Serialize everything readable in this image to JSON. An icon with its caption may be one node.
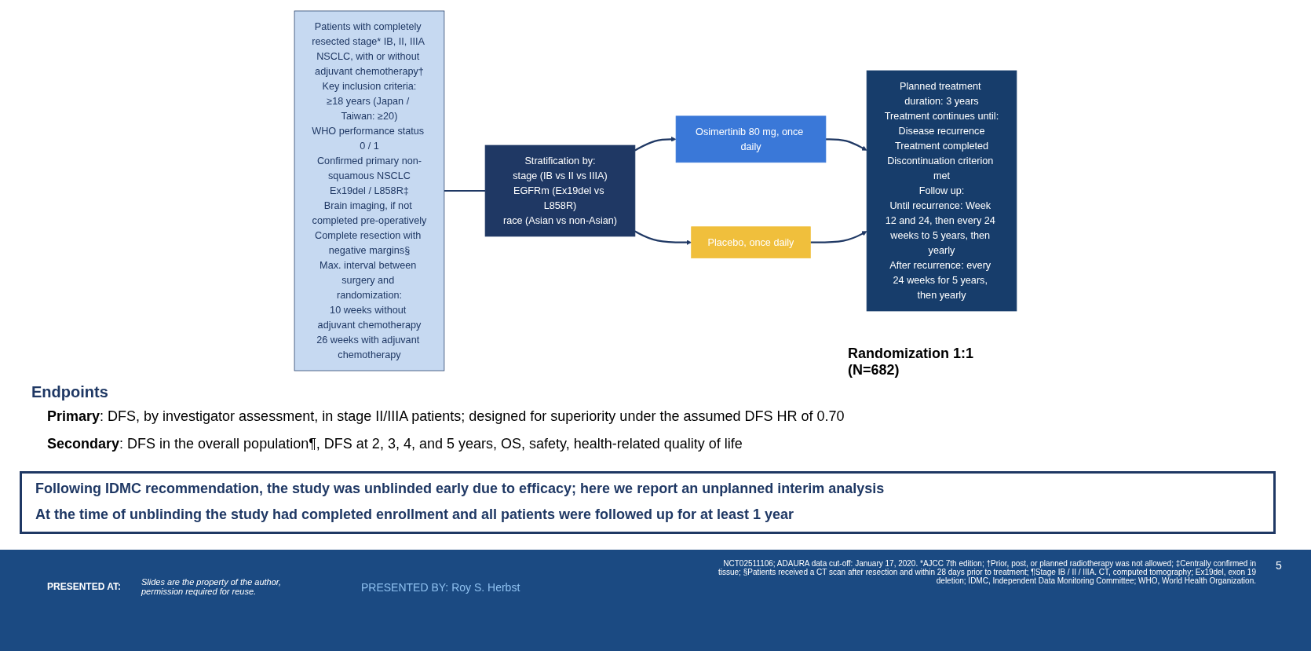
{
  "diagram": {
    "nodes": [
      {
        "text": [
          "Patients with completely resected stage* IB, II, IIIA NSCLC, with or without adjuvant chemotherapy†",
          "Key inclusion criteria:",
          "≥18 years (Japan / Taiwan: ≥20)",
          "WHO performance status 0 / 1",
          "Confirmed primary non-squamous NSCLC",
          "Ex19del / L858R‡",
          "Brain imaging, if not completed pre-operatively",
          "Complete resection with negative margins§",
          "Max. interval between surgery and randomization:",
          "10 weeks without adjuvant chemotherapy",
          "26 weeks with adjuvant chemotherapy"
        ]
      },
      {
        "text": [
          "Stratification by:",
          "stage (IB vs II vs IIIA)",
          "EGFRm (Ex19del vs L858R)",
          "race (Asian vs non-Asian)"
        ]
      },
      {
        "text": [
          "Osimertinib 80 mg, once daily"
        ]
      },
      {
        "text": [
          "Placebo, once daily"
        ]
      },
      {
        "text": [
          "Planned treatment duration: 3 years",
          "Treatment continues until:",
          "Disease recurrence",
          "Treatment completed",
          "Discontinuation criterion met",
          "Follow up:",
          "Until recurrence: Week 12 and 24, then every 24 weeks to 5 years, then yearly",
          "After recurrence: every 24 weeks for 5 years, then yearly"
        ]
      }
    ],
    "edges": [
      {
        "from": 0,
        "to": 1,
        "arrow": "none"
      },
      {
        "from": 1,
        "to": 2,
        "arrow": "to"
      },
      {
        "from": 1,
        "to": 3,
        "arrow": "to"
      },
      {
        "from": 2,
        "to": 4,
        "arrow": "to"
      },
      {
        "from": 3,
        "to": 4,
        "arrow": "to"
      }
    ],
    "labels": [
      "Randomization 1:1 (N=682)",
      "Endpoints",
      "**Primary**: DFS, by investigator assessment, in stage II/IIIA patients; designed for superiority under the assumed DFS HR of 0.70",
      "**Secondary**: DFS in the overall population¶, DFS at 2, 3, 4, and 5 years, OS, safety, health-related quality of life",
      "Following IDMC recommendation, the study was unblinded early due to efficacy; here we report an unplanned interim analysis",
      "At the time of unblinding the study had completed enrollment and all patients were followed up for at least 1 year",
      "PRESENTED AT:",
      "Slides are the property of the author, permission required for reuse.",
      "PRESENTED BY: Roy S. Herbst",
      "NCT02511106; ADAURA data cut-off: January 17, 2020. *AJCC 7th edition; †Prior, post, or planned radiotherapy was not allowed; ‡Centrally confirmed in tissue; §Patients received a CT scan after resection and within 28 days prior to treatment; ¶Stage IB / II / IIIA. CT, computed tomography; Ex19del, exon 19 deletion; IDMC, Independent Data Monitoring Committee; WHO, World Health Organization.",
      "5"
    ]
  }
}
